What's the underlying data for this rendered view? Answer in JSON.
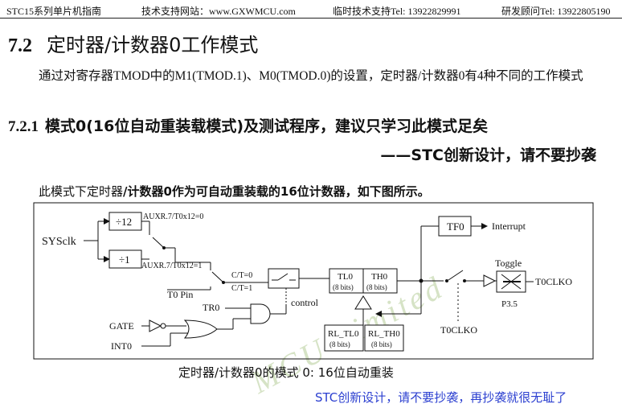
{
  "header": {
    "book": "STC15系列单片机指南",
    "website": "技术支持网站：www.GXWMCU.com",
    "tel": "临时技术支持Tel: 13922829991",
    "advisor": "研发顾问Tel: 13922805190"
  },
  "section": {
    "number": "7.2",
    "title": "定时器/计数器0工作模式",
    "paragraph": "通过对寄存器TMOD中的M1(TMOD.1)、M0(TMOD.0)的设置，定时器/计数器0有4种不同的工作模式"
  },
  "subsection": {
    "number": "7.2.1",
    "title": "模式0(16位自动重装载模式)及测试程序，建议只学习此模式足矣",
    "byline": "——STC创新设计，请不要抄袭"
  },
  "intro": {
    "plain": "此模式下定时器",
    "bold": "/计数器0作为可自动重装载的16位计数器，如下图所示。"
  },
  "diagram": {
    "sysclk": "SYSclk",
    "div12": "÷12",
    "div1": "÷1",
    "auxr_top": "AUXR.7/T0x12=0",
    "auxr_bot": "AUXR.7/T0x12=1",
    "ct0": "C/T=0",
    "ct1": "C/T=1",
    "t0pin": "T0 Pin",
    "tr0": "TR0",
    "gate": "GATE",
    "int0": "INT0",
    "control": "control",
    "tl0": "TL0",
    "th0": "TH0",
    "bits8": "(8 bits)",
    "rl_tl0": "RL_TL0",
    "rl_th0": "RL_TH0",
    "tf0": "TF0",
    "interrupt": "Interrupt",
    "toggle": "Toggle",
    "t0clko": "T0CLKO",
    "p35": "P3.5",
    "t0clko2": "T0CLKO"
  },
  "caption": "定时器/计数器0的模式 0: 16位自动重装",
  "watermark": "MCU Limited",
  "footer_note": "STC创新设计，请不要抄袭，再抄袭就很无耻了",
  "colors": {
    "footer_note": "#2b3fd0",
    "watermark": "#d6e3c6"
  }
}
